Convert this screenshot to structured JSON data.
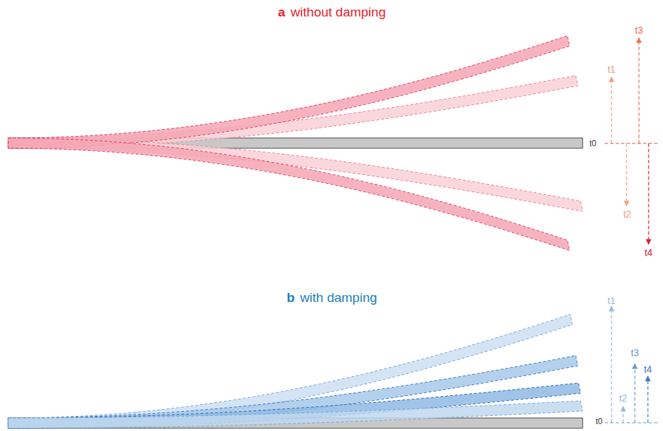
{
  "diagram": {
    "labels": [
      "a",
      "without damping",
      "t1",
      "t3",
      "t0",
      "t2",
      "t4",
      "b",
      "with damping",
      "t1",
      "t3",
      "t2",
      "t4",
      "t0"
    ]
  }
}
